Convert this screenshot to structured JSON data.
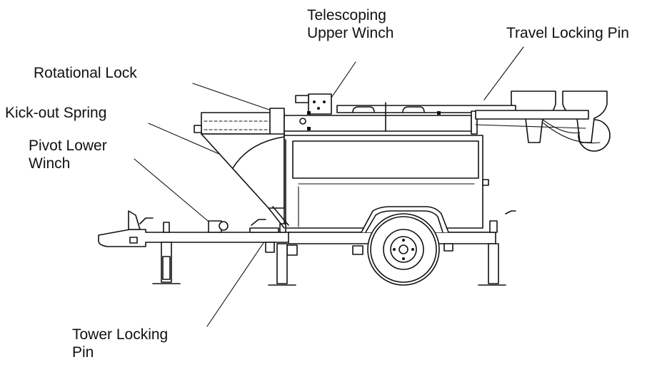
{
  "labels": {
    "telescoping_upper_winch": "Telescoping\nUpper Winch",
    "travel_locking_pin": "Travel Locking Pin",
    "rotational_lock": "Rotational Lock",
    "kick_out_spring": "Kick-out Spring",
    "pivot_lower_winch": "Pivot Lower\nWinch",
    "tower_locking_pin": "Tower Locking\nPin"
  },
  "colors": {
    "ink": "#111111",
    "background": "#ffffff"
  }
}
